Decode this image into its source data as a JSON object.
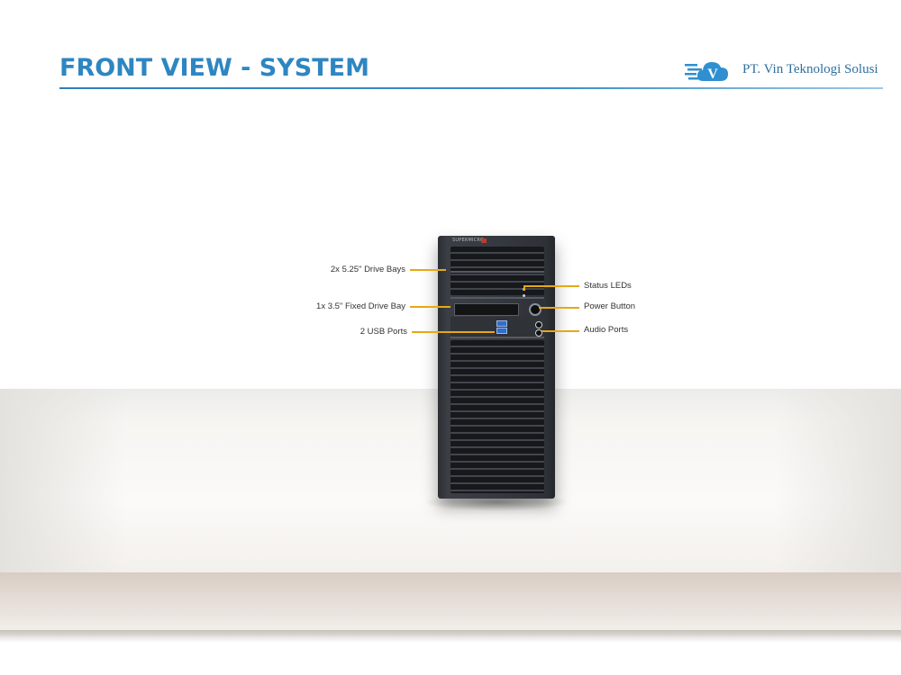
{
  "header": {
    "title": "FRONT VIEW - SYSTEM",
    "company_name": "PT. Vin Teknologi Solusi",
    "logo_letter": "V"
  },
  "device": {
    "brand_text": "SUPERMICRO"
  },
  "callouts": {
    "drive_bays": "2x 5.25\" Drive Bays",
    "fixed_drive_bay": "1x 3.5\" Fixed Drive Bay",
    "usb_ports": "2 USB Ports",
    "status_leds": "Status LEDs",
    "power_button": "Power Button",
    "audio_ports": "Audio Ports"
  },
  "colors": {
    "title": "#2e86c1",
    "callout_line": "#e6a817",
    "logo": "#2f6f9e"
  }
}
